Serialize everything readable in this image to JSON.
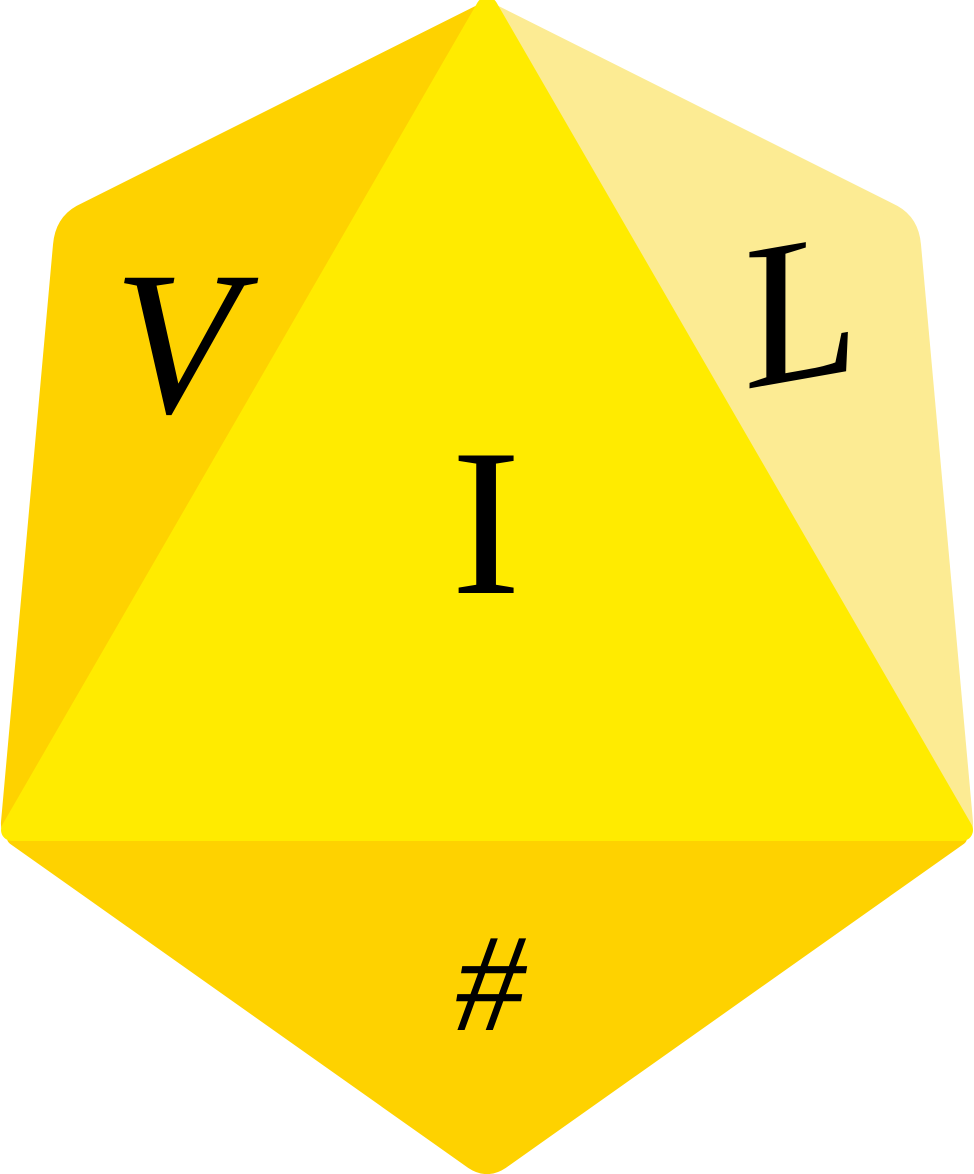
{
  "die": {
    "name": "icosahedron",
    "colors": {
      "front_face": "#FFEB00",
      "left_face": "#FED200",
      "right_face": "#FCEB93",
      "bottom_face": "#FED200",
      "label": "#000000"
    },
    "faces": {
      "front": {
        "label": "I"
      },
      "left": {
        "label": "V"
      },
      "right": {
        "label": "L"
      },
      "bottom": {
        "label": "#"
      }
    }
  }
}
